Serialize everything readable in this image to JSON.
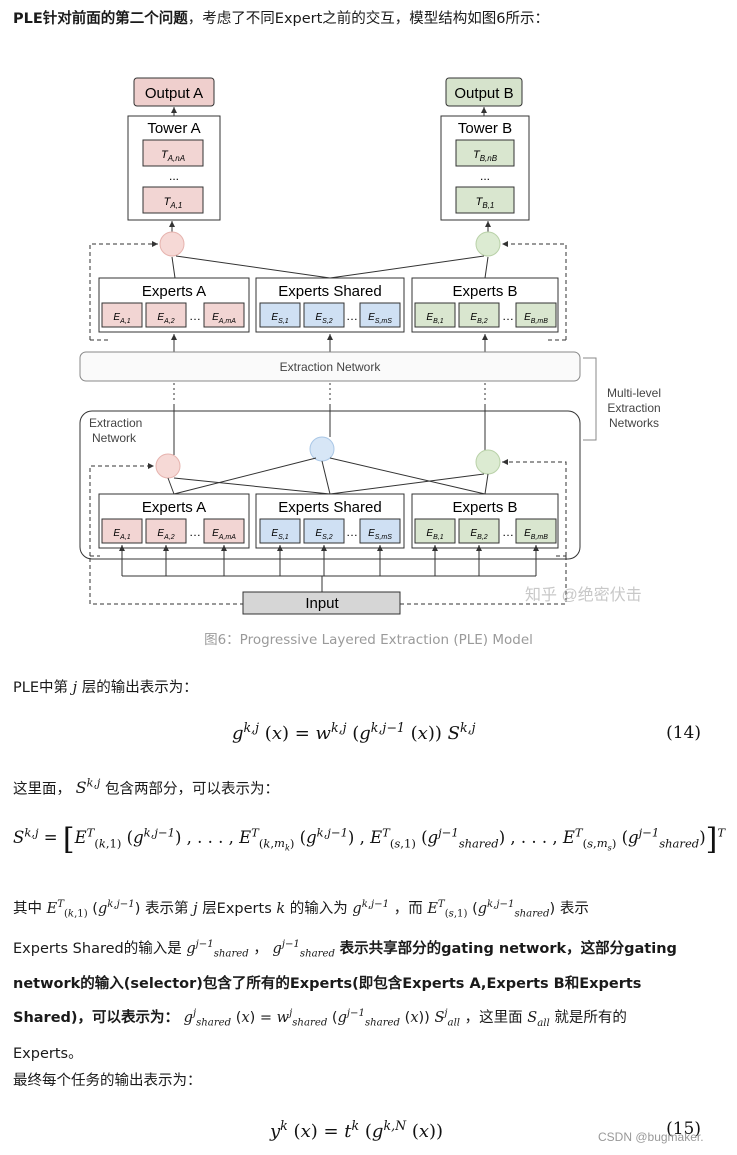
{
  "intro": {
    "bold": "PLE针对前面的第二个问题",
    "rest": "，考虑了不同Expert之前的交互，模型结构如图6所示："
  },
  "diagram": {
    "output_a": "Output A",
    "output_b": "Output B",
    "tower_a": "Tower A",
    "tower_b": "Tower B",
    "experts_a": "Experts A",
    "experts_shared": "Experts Shared",
    "experts_b": "Experts B",
    "extraction_network": "Extraction Network",
    "extraction_network_inner_1": "Extraction",
    "extraction_network_inner_2": "Network",
    "multilevel_1": "Multi-level",
    "multilevel_2": "Extraction",
    "multilevel_3": "Networks",
    "input": "Input",
    "ellipsis": "…",
    "tower_dots": "...",
    "colors": {
      "task_a": "#f2d5d3",
      "task_b": "#d9e6cf",
      "shared": "#cfe0f3",
      "output_a": "#efcfcd",
      "output_b": "#d6e3cc",
      "input": "#d6d6d6"
    }
  },
  "caption": "图6：Progressive Layered Extraction (PLE) Model",
  "watermark_zhihu": "知乎 @绝密伏击",
  "p_layer": {
    "a": "PLE中第",
    "var": "j",
    "b": "层的输出表示为："
  },
  "eq14_num": "(14)",
  "p_here": {
    "a": "这里面，",
    "b": "包含两部分，可以表示为："
  },
  "p_explain": {
    "a": "其中",
    "b": "表示第",
    "c": "层Experts",
    "d": "的输入为",
    "e": "，而",
    "f": "表示",
    "g": "Experts Shared的输入是",
    "h": "，",
    "bold1": "表示共享部分的gating network，这部分gating",
    "bold2": "network的输入(selector)包含了所有的Experts(即包含Experts A,Experts B和Experts",
    "bold3": "Shared)，可以表示为：",
    "i": "，这里面",
    "j": "就是所有的",
    "k": "Experts。"
  },
  "p_final": "最终每个任务的输出表示为：",
  "eq15_num": "(15)",
  "watermark_csdn": "CSDN @bugmaker."
}
